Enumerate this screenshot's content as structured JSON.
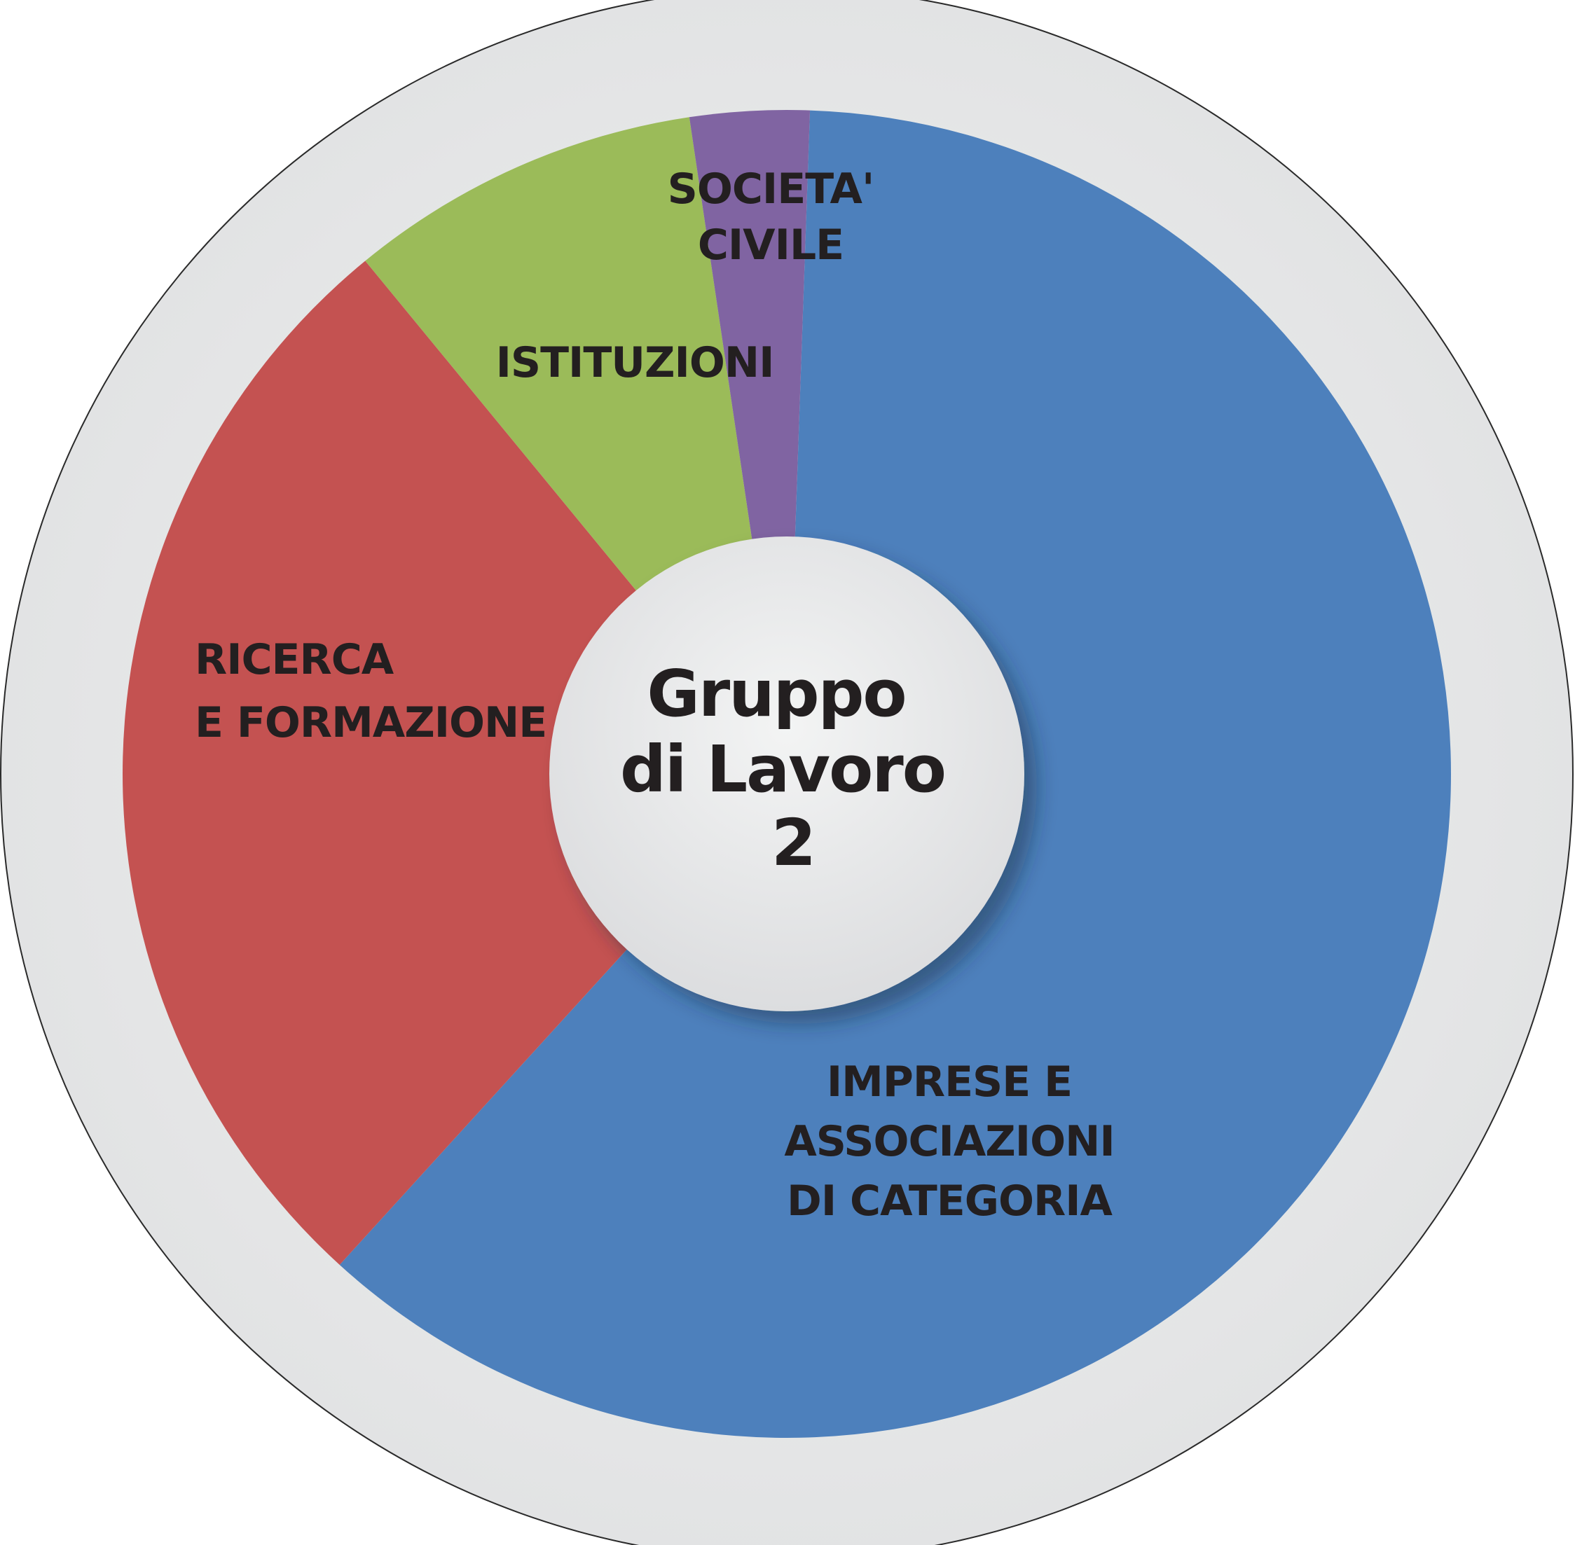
{
  "chart_data": {
    "type": "pie",
    "center_label": [
      "Gruppo",
      "di Lavoro",
      "2"
    ],
    "slices": [
      {
        "label": [
          "IMPRESE E",
          "ASSOCIAZIONI",
          "DI CATEGORIA"
        ],
        "value": 61.2,
        "color": "#4d80bc"
      },
      {
        "label": [
          "RICERCA",
          "E FORMAZIONE"
        ],
        "value": 27.3,
        "color": "#c45251"
      },
      {
        "label": [
          "ISTITUZIONI"
        ],
        "value": 8.6,
        "color": "#9bbb59"
      },
      {
        "label": [
          "SOCIETA'",
          "CIVILE"
        ],
        "value": 2.9,
        "color": "#8064a2"
      }
    ]
  }
}
